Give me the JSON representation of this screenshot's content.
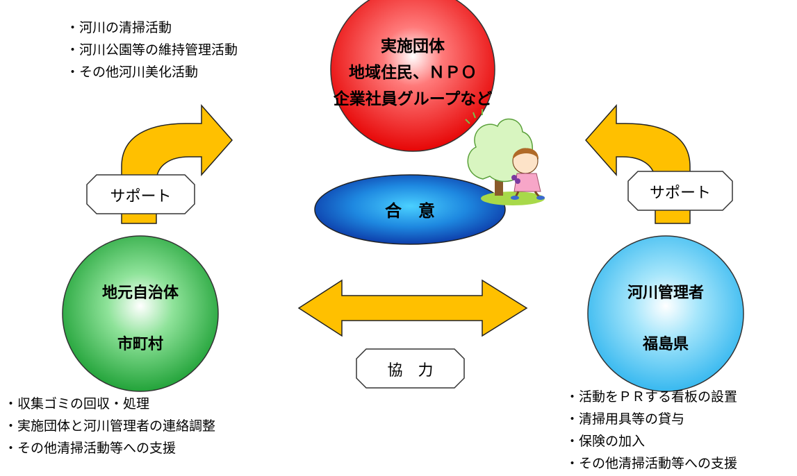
{
  "top_list": [
    "・河川の清掃活動",
    "・河川公園等の維持管理活動",
    "・その他河川美化活動"
  ],
  "top_circle": {
    "title": "実施団体",
    "line2": "地域住民、ＮＰＯ",
    "line3": "企業社員グループなど"
  },
  "center_ellipse": {
    "label": "合　意"
  },
  "left_circle": {
    "title": "地元自治体",
    "subtitle": "市町村"
  },
  "right_circle": {
    "title": "河川管理者",
    "subtitle": "福島県"
  },
  "left_support": "サポート",
  "right_support": "サポート",
  "cooperation": "協　力",
  "left_list": [
    "・収集ゴミの回収・処理",
    "・実施団体と河川管理者の連絡調整",
    "・その他清掃活動等への支援"
  ],
  "right_list": [
    "・活動をＰＲする看板の設置",
    "・清掃用具等の貸与",
    "・保険の加入",
    "・その他清掃活動等への支援"
  ],
  "colors": {
    "top_circle": "#ff2020",
    "left_circle": "#2cb84a",
    "right_circle": "#4cc4f2",
    "ellipse": "#1f6fd0",
    "arrow": "#ffc000"
  }
}
